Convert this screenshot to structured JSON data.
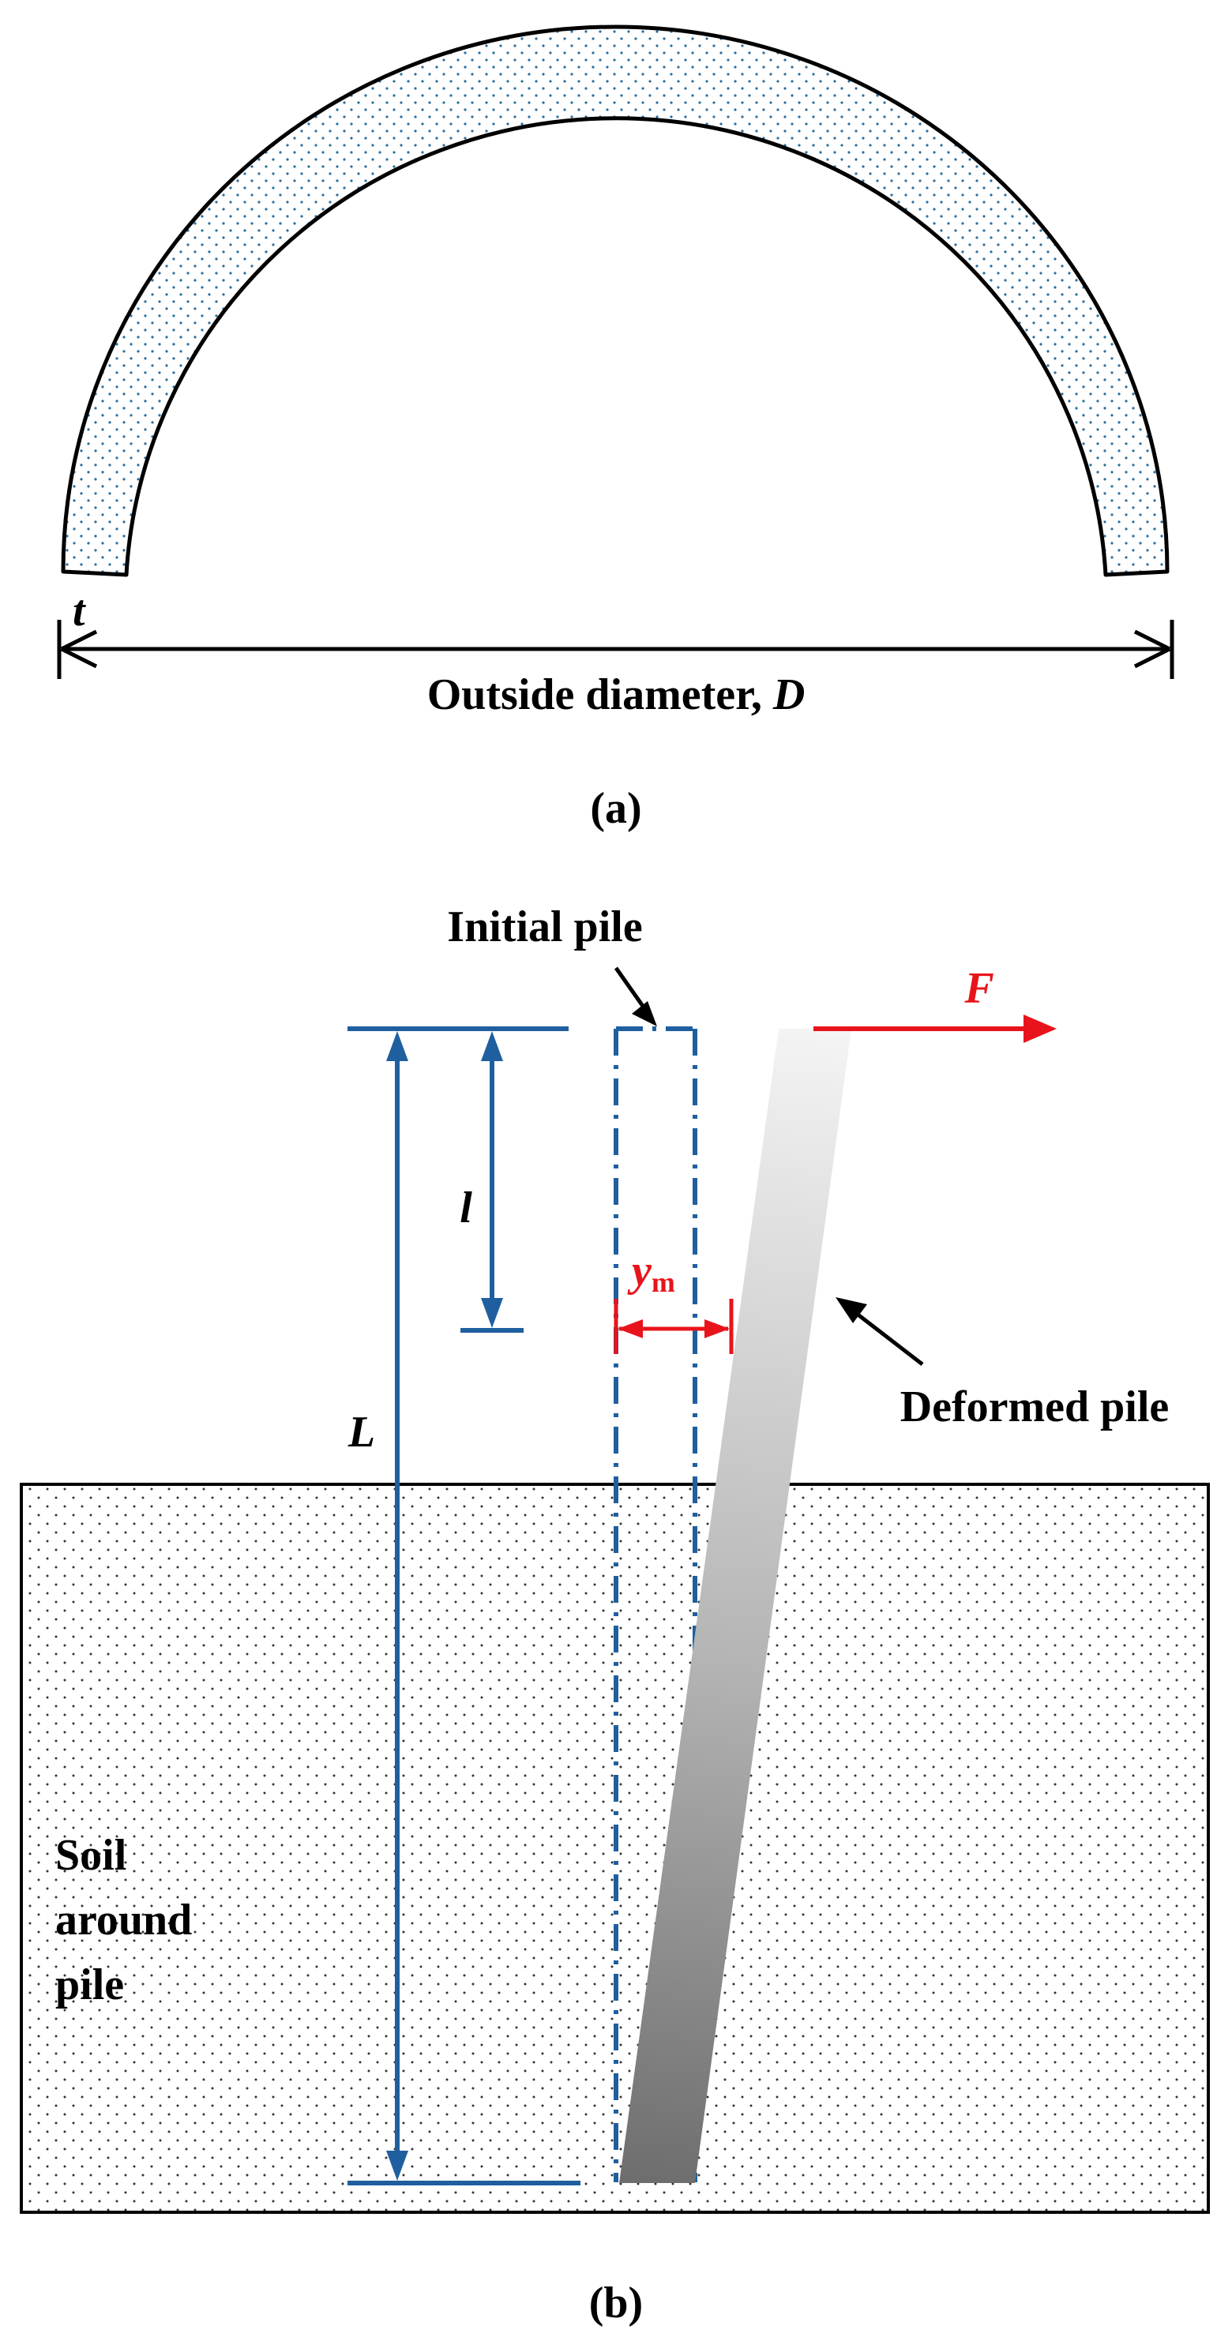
{
  "panel_a": {
    "caption": "(a)",
    "thickness_label": "t",
    "diameter_label": "Outside diameter, ",
    "diameter_symbol": "D"
  },
  "panel_b": {
    "caption": "(b)",
    "initial_pile_label": "Initial pile",
    "deformed_pile_label": "Deformed pile",
    "force_label": "F",
    "length_label": "L",
    "depth_label": "l",
    "deflection_symbol": "y",
    "deflection_subscript": "m",
    "soil_label_lines": [
      "Soil",
      "around",
      "pile"
    ]
  },
  "colors": {
    "dimension_blue": "#1f5f9f",
    "force_red": "#e8141b",
    "outline_black": "#000000",
    "ring_dots": "#2a6fa0"
  }
}
